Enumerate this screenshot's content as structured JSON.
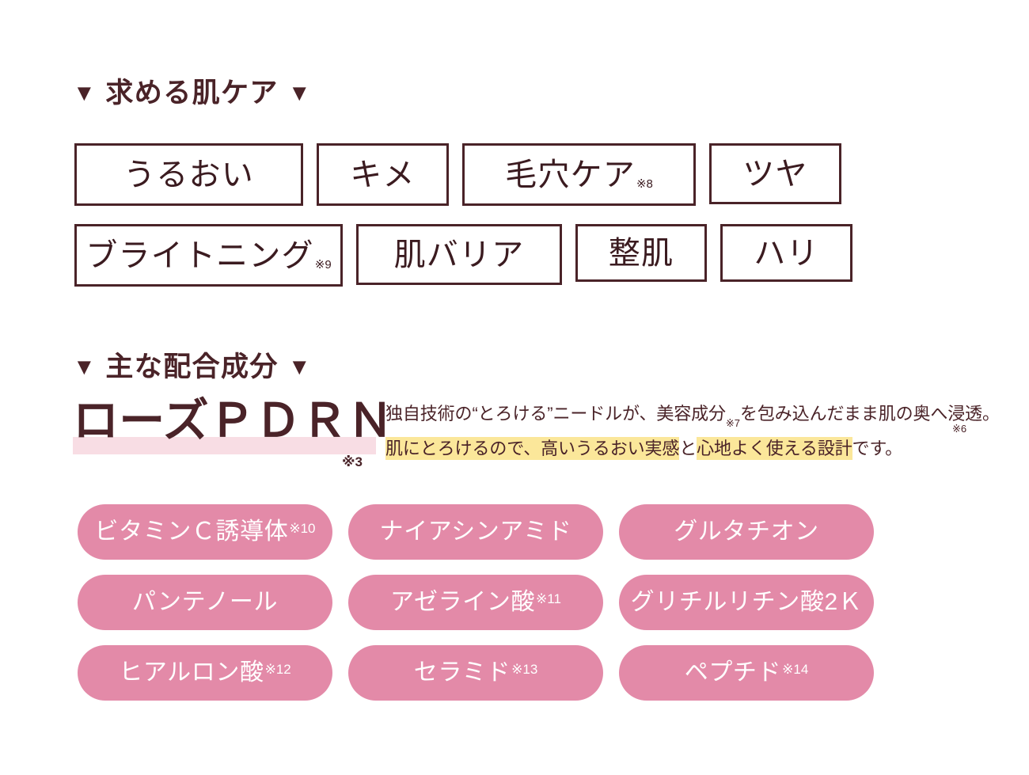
{
  "colors": {
    "ink": "#4a2328",
    "pill_pink": "#e38aa8",
    "underline_pink": "#f8dde4",
    "highlight_yellow": "#fbe79a",
    "background": "#ffffff"
  },
  "skincare_section": {
    "heading": {
      "left_marker": "▼",
      "text": "求める肌ケア",
      "right_marker": "▼"
    },
    "rows": [
      [
        {
          "label": "うるおい",
          "note": ""
        },
        {
          "label": "キメ",
          "note": ""
        },
        {
          "label": "毛穴ケア",
          "note": "※8"
        },
        {
          "label": "ツヤ",
          "note": ""
        }
      ],
      [
        {
          "label": "ブライトニング",
          "note": "※9"
        },
        {
          "label": "肌バリア",
          "note": ""
        },
        {
          "label": "整肌",
          "note": ""
        },
        {
          "label": "ハリ",
          "note": ""
        }
      ]
    ]
  },
  "ingredients_section": {
    "heading": {
      "left_marker": "▼",
      "text": "主な配合成分",
      "right_marker": "▼"
    },
    "hero": {
      "title": "ローズＰＤＲＮ",
      "note": "※3"
    },
    "copy": {
      "line1_part1": "独自技術の“とろける”ニードルが、美容成分",
      "line1_sup": "※7",
      "line1_part2": "を包み込んだまま肌の奥へ浸透。",
      "line2_hl1": "肌にとろけるので、",
      "line2_hl2": "高いうるおい実感",
      "line2_plain1": "と",
      "line2_hl3": "心地よく使える設計",
      "line2_plain2": "です。",
      "note6": "※6"
    },
    "pills": [
      {
        "label": "ビタミンＣ誘導体",
        "note": "※10"
      },
      {
        "label": "ナイアシンアミド",
        "note": ""
      },
      {
        "label": "グルタチオン",
        "note": ""
      },
      {
        "label": "パンテノール",
        "note": ""
      },
      {
        "label": "アゼライン酸",
        "note": "※11"
      },
      {
        "label": "グリチルリチン酸2Ｋ",
        "note": ""
      },
      {
        "label": "ヒアルロン酸",
        "note": "※12"
      },
      {
        "label": "セラミド",
        "note": "※13"
      },
      {
        "label": "ペプチド",
        "note": "※14"
      }
    ]
  }
}
